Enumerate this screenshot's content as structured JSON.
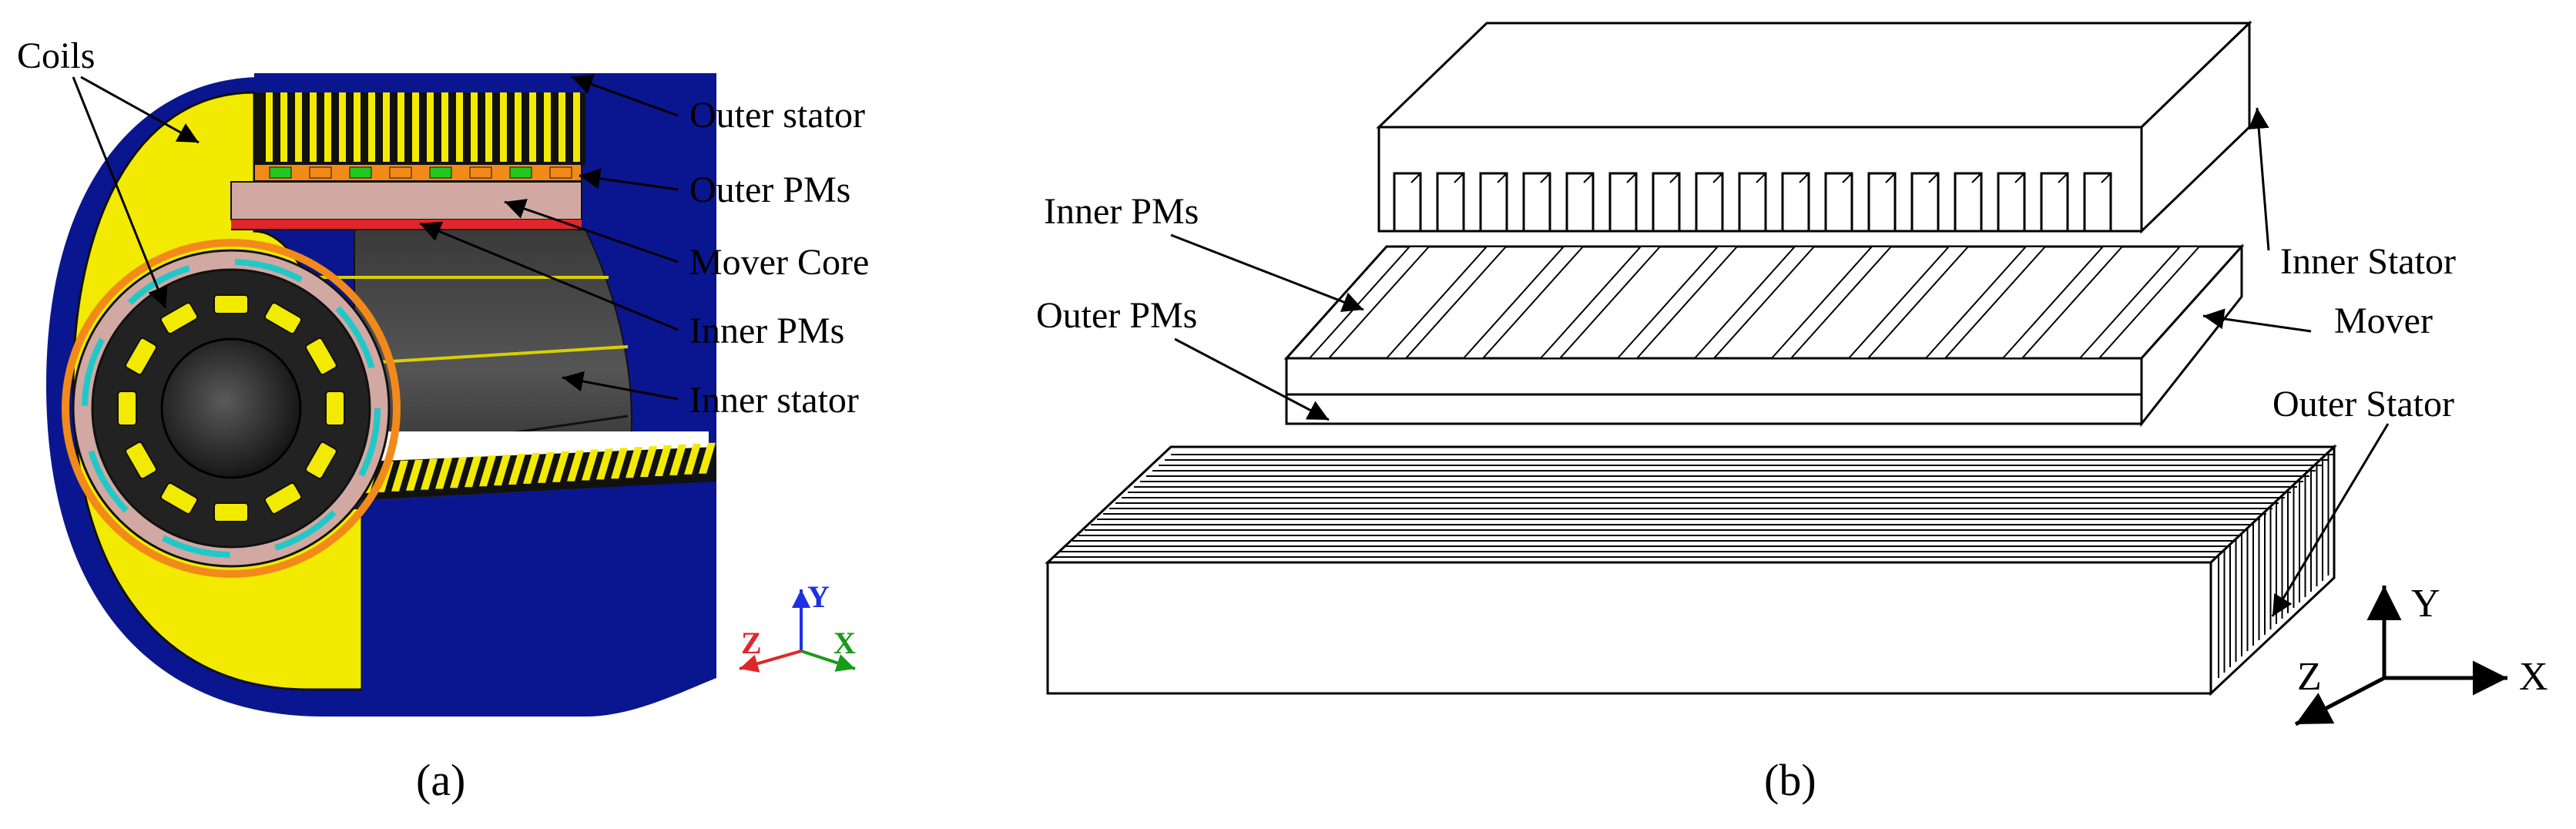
{
  "panel_a": {
    "caption": "(a)",
    "labels": {
      "coils": "Coils",
      "outer_stator": "Outer stator",
      "outer_pms": "Outer PMs",
      "mover_core": "Mover Core",
      "inner_pms": "Inner PMs",
      "inner_stator": "Inner stator"
    },
    "axes": {
      "x": "X",
      "y": "Y",
      "z": "Z"
    },
    "colors": {
      "yellow": "#f2ea00",
      "blue": "#0a1690",
      "dark": "#2a2a2a",
      "mover": "#d2a8a2",
      "orange": "#f28a1a",
      "red": "#e0262a",
      "green": "#20c820",
      "cyan": "#20c8c8"
    }
  },
  "panel_b": {
    "caption": "(b)",
    "labels": {
      "inner_pms": "Inner PMs",
      "outer_pms": "Outer PMs",
      "inner_stator": "Inner Stator",
      "mover": "Mover",
      "outer_stator": "Outer Stator"
    },
    "axes": {
      "x": "X",
      "y": "Y",
      "z": "Z"
    }
  }
}
